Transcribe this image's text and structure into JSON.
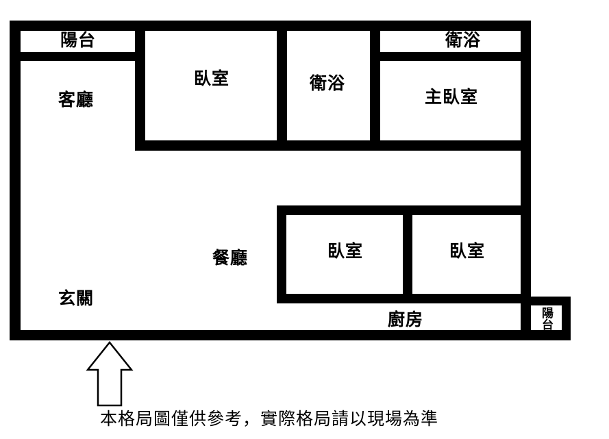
{
  "rooms": {
    "balcony_top_left": "陽台",
    "living_room": "客廳",
    "bedroom_top": "臥室",
    "bathroom_middle": "衛浴",
    "bathroom_top_right": "衛浴",
    "master_bedroom": "主臥室",
    "dining_room": "餐廳",
    "bedroom_bottom_left": "臥室",
    "bedroom_bottom_right": "臥室",
    "entryway": "玄關",
    "kitchen": "廚房",
    "balcony_bottom_right": "陽台"
  },
  "disclaimer": "本格局圖僅供參考，實際格局請以現場為準"
}
